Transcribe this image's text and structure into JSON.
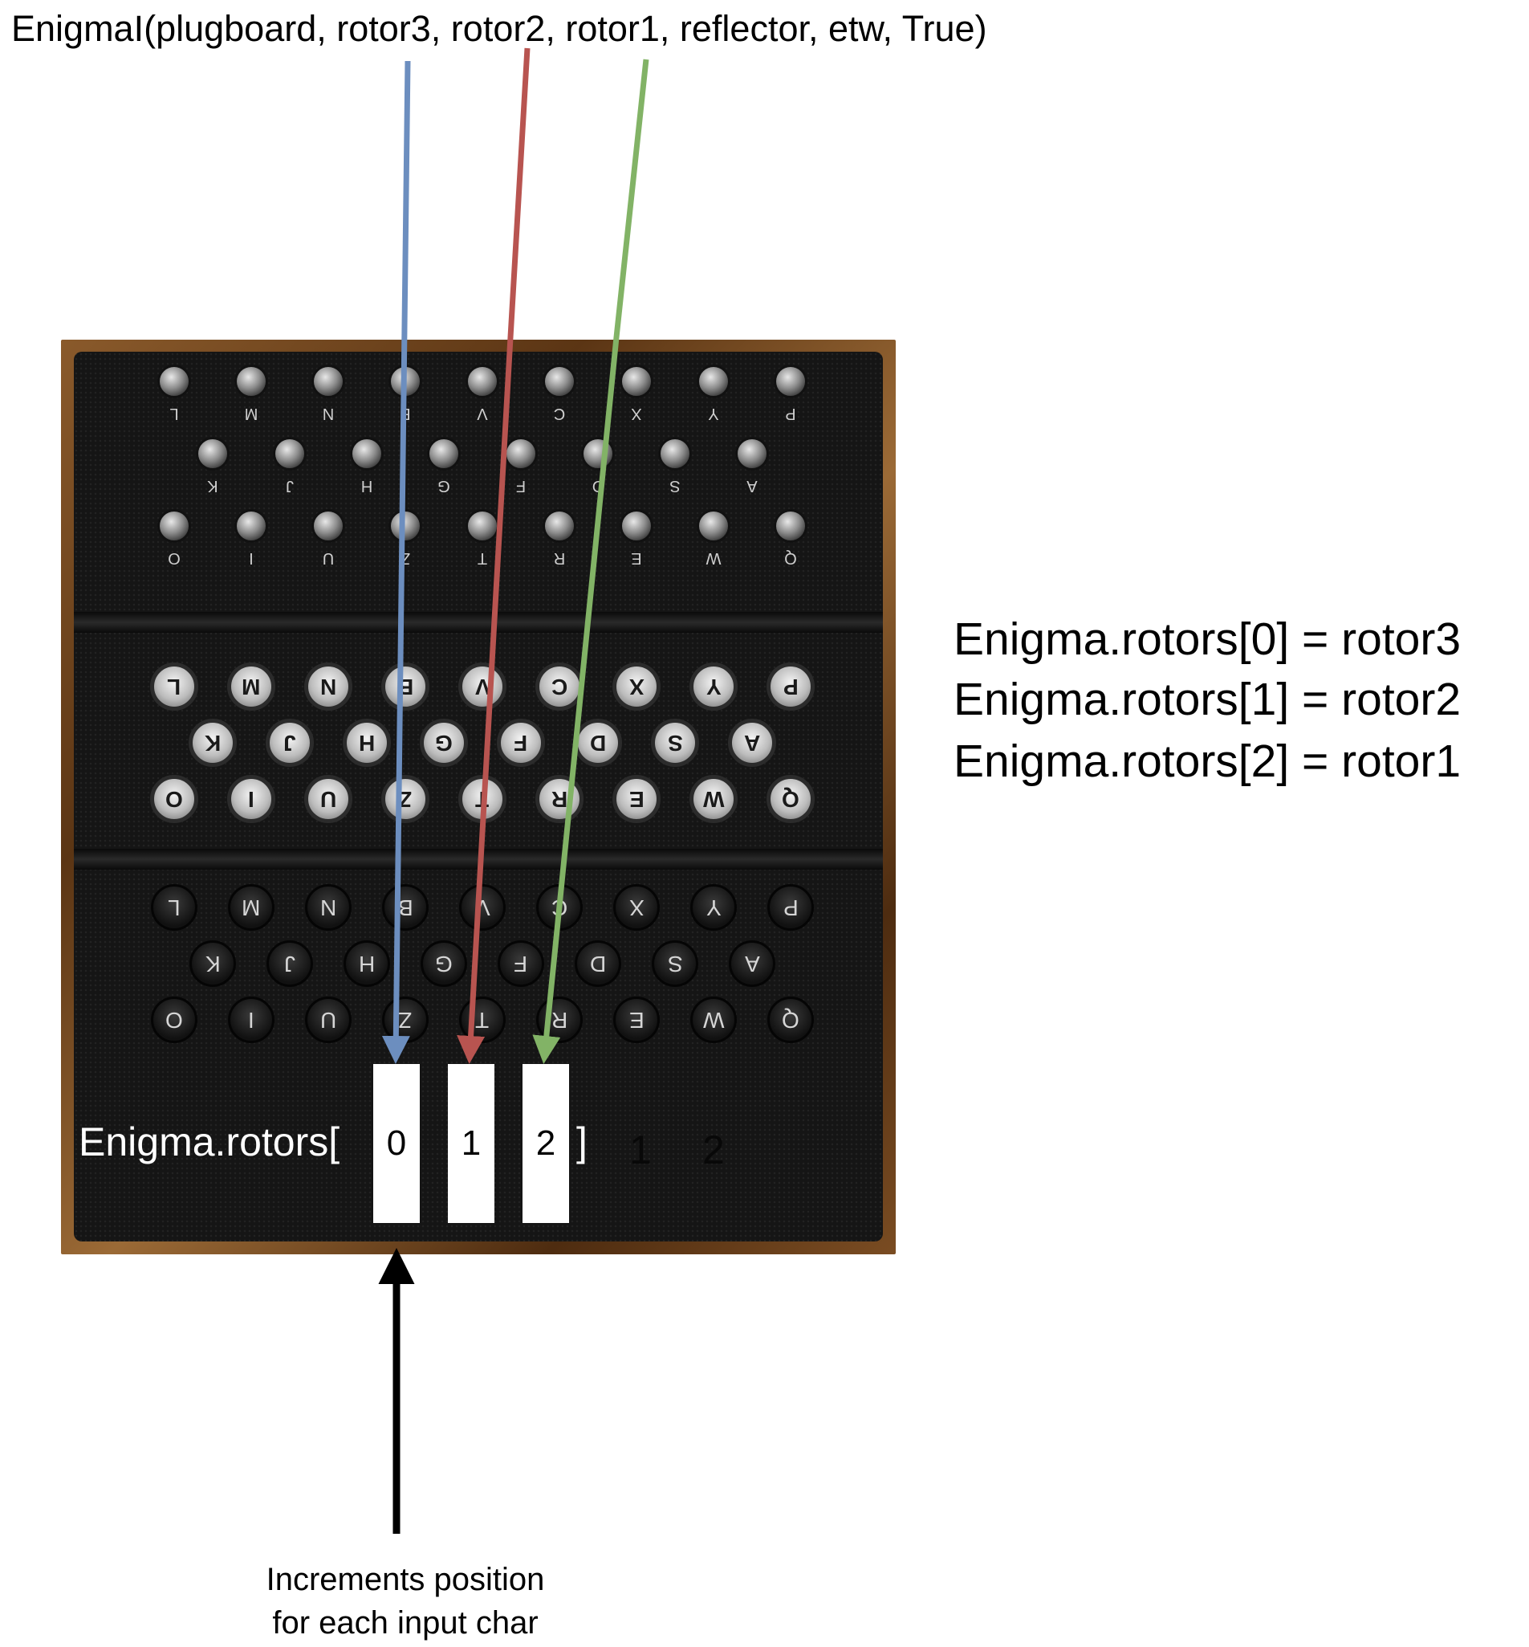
{
  "constructor_call": "EnigmaI(plugboard, rotor3, rotor2, rotor1, reflector, etw, True)",
  "colors": {
    "rotor3_arrow": "#6c8ebf",
    "rotor2_arrow": "#b85450",
    "rotor1_arrow": "#82b366",
    "increment_arrow": "#000000"
  },
  "lamps": {
    "row1": [
      "L",
      "M",
      "N",
      "B",
      "V",
      "C",
      "X",
      "Y",
      "P"
    ],
    "row2": [
      "K",
      "J",
      "H",
      "G",
      "F",
      "D",
      "S",
      "A"
    ],
    "row3": [
      "O",
      "I",
      "U",
      "Z",
      "T",
      "R",
      "E",
      "W",
      "Q"
    ]
  },
  "keyboard": {
    "row1": [
      "L",
      "M",
      "N",
      "B",
      "V",
      "C",
      "X",
      "Y",
      "P"
    ],
    "row2": [
      "K",
      "J",
      "H",
      "G",
      "F",
      "D",
      "S",
      "A"
    ],
    "row3": [
      "O",
      "I",
      "U",
      "Z",
      "T",
      "R",
      "E",
      "W",
      "Q"
    ]
  },
  "plugboard": {
    "row1": [
      "L",
      "M",
      "N",
      "B",
      "V",
      "C",
      "X",
      "Y",
      "P"
    ],
    "row2": [
      "K",
      "J",
      "H",
      "G",
      "F",
      "D",
      "S",
      "A"
    ],
    "row3": [
      "O",
      "I",
      "U",
      "Z",
      "T",
      "R",
      "E",
      "W",
      "Q"
    ]
  },
  "rotor_window": {
    "prefix": "Enigma.rotors[",
    "indices": [
      "0",
      "1",
      "2"
    ],
    "suffix": "]",
    "ghost_digits": [
      "1",
      "2"
    ]
  },
  "mapping": [
    "Enigma.rotors[0] = rotor3",
    "Enigma.rotors[1] = rotor2",
    "Enigma.rotors[2] = rotor1"
  ],
  "caption": {
    "line1": "Increments position",
    "line2": "for each input char"
  }
}
